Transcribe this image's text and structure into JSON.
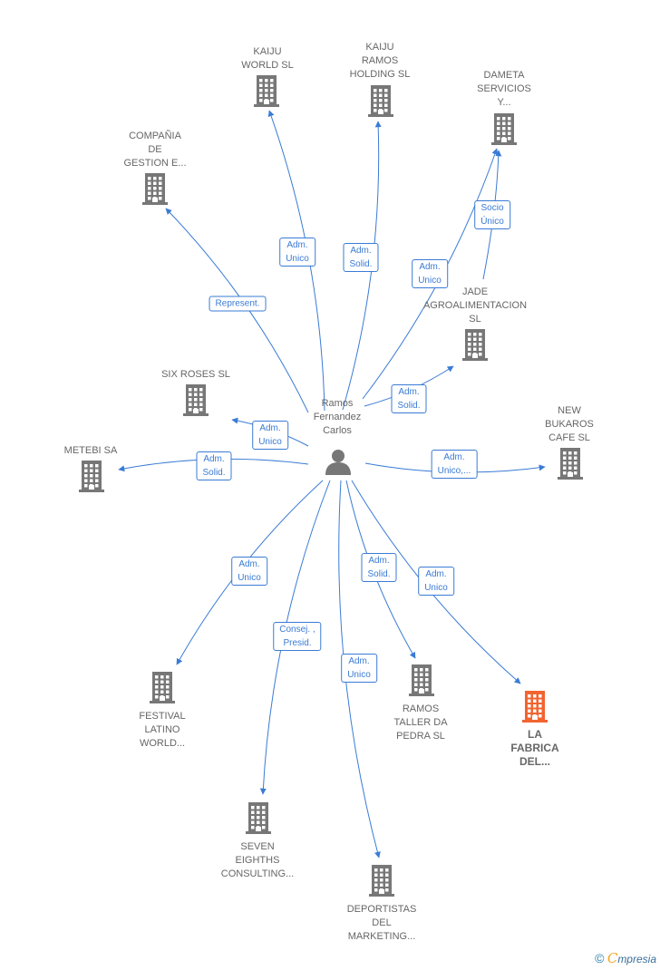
{
  "colors": {
    "edge": "#3a7bd5",
    "building": "#777777",
    "building_highlight": "#f26430",
    "text": "#666666"
  },
  "center": {
    "name_lines": [
      "Ramos",
      "Fernandez",
      "Carlos"
    ],
    "icon": "person-icon"
  },
  "nodes": [
    {
      "id": "kaiju-world",
      "lines": [
        "KAIJU",
        "WORLD  SL"
      ],
      "highlight": false
    },
    {
      "id": "kaiju-ramos",
      "lines": [
        "KAIJU",
        "RAMOS",
        "HOLDING  SL"
      ],
      "highlight": false
    },
    {
      "id": "dameta",
      "lines": [
        "DAMETA",
        "SERVICIOS",
        "Y..."
      ],
      "highlight": false
    },
    {
      "id": "compania",
      "lines": [
        "COMPAÑIA",
        "DE",
        "GESTION E..."
      ],
      "highlight": false
    },
    {
      "id": "jade",
      "lines": [
        "JADE",
        "AGROALIMENTACION",
        "SL"
      ],
      "highlight": false
    },
    {
      "id": "six-roses",
      "lines": [
        "SIX ROSES  SL"
      ],
      "highlight": false
    },
    {
      "id": "metebi",
      "lines": [
        "METEBI SA"
      ],
      "highlight": false
    },
    {
      "id": "new-bukaros",
      "lines": [
        "NEW",
        "BUKAROS",
        "CAFE SL"
      ],
      "highlight": false
    },
    {
      "id": "festival",
      "lines": [
        "FESTIVAL",
        "LATINO",
        "WORLD..."
      ],
      "highlight": false
    },
    {
      "id": "ramos-taller",
      "lines": [
        "RAMOS",
        "TALLER DA",
        "PEDRA  SL"
      ],
      "highlight": false
    },
    {
      "id": "la-fabrica",
      "lines": [
        "LA",
        "FABRICA",
        "DEL..."
      ],
      "highlight": true
    },
    {
      "id": "seven-eighths",
      "lines": [
        "SEVEN",
        "EIGHTHS",
        "CONSULTING..."
      ],
      "highlight": false
    },
    {
      "id": "deportistas",
      "lines": [
        "DEPORTISTAS",
        "DEL",
        "MARKETING..."
      ],
      "highlight": false
    }
  ],
  "edges": [
    {
      "to": "kaiju-world",
      "lines": [
        "Adm.",
        "Unico"
      ]
    },
    {
      "to": "kaiju-ramos",
      "lines": [
        "Adm.",
        "Solid."
      ]
    },
    {
      "to": "dameta",
      "lines": [
        "Adm.",
        "Unico"
      ]
    },
    {
      "to": "compania",
      "lines": [
        "Represent."
      ]
    },
    {
      "to": "jade",
      "lines": [
        "Adm.",
        "Solid."
      ]
    },
    {
      "to": "six-roses",
      "lines": [
        "Adm.",
        "Unico"
      ]
    },
    {
      "to": "metebi",
      "lines": [
        "Adm.",
        "Solid."
      ]
    },
    {
      "to": "new-bukaros",
      "lines": [
        "Adm.",
        "Unico,..."
      ]
    },
    {
      "to": "festival",
      "lines": [
        "Adm.",
        "Unico"
      ]
    },
    {
      "to": "ramos-taller",
      "lines": [
        "Adm.",
        "Solid."
      ]
    },
    {
      "to": "la-fabrica",
      "lines": [
        "Adm.",
        "Unico"
      ]
    },
    {
      "to": "seven-eighths",
      "lines": [
        "Consej. ,",
        "Presid."
      ]
    },
    {
      "to": "deportistas",
      "lines": [
        "Adm.",
        "Unico"
      ]
    },
    {
      "from": "jade",
      "to": "dameta",
      "lines": [
        "Socio",
        "Único"
      ]
    }
  ],
  "brand": {
    "copyright": "©",
    "initial": "C",
    "rest": "mpresia"
  }
}
